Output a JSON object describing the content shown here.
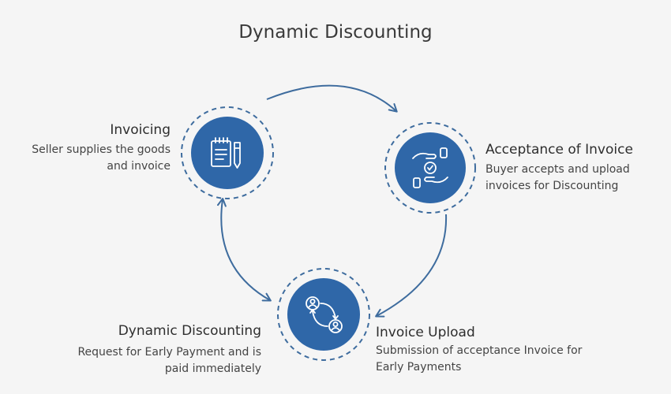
{
  "title": "Dynamic Discounting",
  "colors": {
    "node_fill": "#2f67a8",
    "ring": "#3e6c9e",
    "arrow": "#3e6c9e",
    "icon": "#ffffff",
    "background": "#f5f5f5"
  },
  "nodes": [
    {
      "id": "invoicing",
      "heading": "Invoicing",
      "description": [
        "Seller supplies the goods",
        "and invoice"
      ],
      "icon": "invoice-pen-icon"
    },
    {
      "id": "acceptance",
      "heading": "Acceptance of Invoice",
      "description": [
        "Buyer accepts and upload",
        "invoices for Discounting"
      ],
      "icon": "hands-exchange-icon"
    },
    {
      "id": "upload",
      "heading": "Invoice Upload",
      "description": [
        "Submission of acceptance Invoice for",
        "Early Payments"
      ],
      "icon": "users-exchange-icon"
    },
    {
      "id": "discounting",
      "heading": "Dynamic Discounting",
      "description": [
        "Request for Early Payment and is",
        "paid immediately"
      ]
    }
  ],
  "connections": [
    {
      "from": "invoicing",
      "to": "acceptance",
      "direction": "one-way"
    },
    {
      "from": "acceptance",
      "to": "upload",
      "direction": "one-way"
    },
    {
      "from": "upload",
      "to": "invoicing",
      "direction": "two-way"
    }
  ]
}
